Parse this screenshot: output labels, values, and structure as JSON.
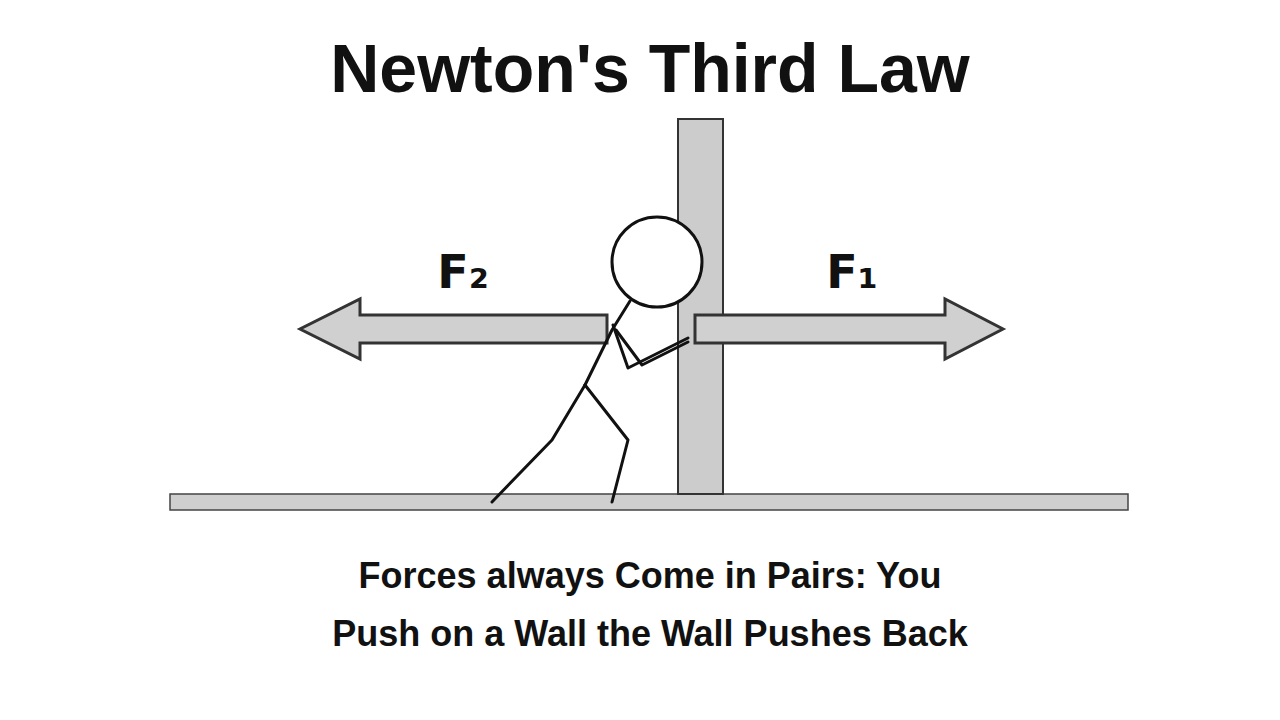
{
  "diagram": {
    "title": "Newton's Third Law",
    "caption": "Forces always Come in Pairs: You Push on a Wall the Wall Pushes Back",
    "labels": [
      "F₂",
      "F₁"
    ]
  }
}
